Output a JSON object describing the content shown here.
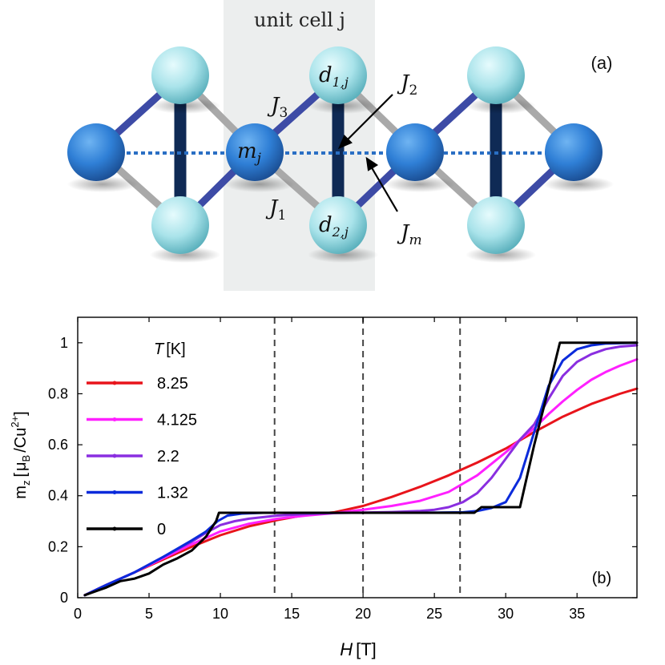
{
  "panel_a": {
    "cell_label": "unit cell j",
    "panel_label": "(a)",
    "labels": {
      "J2": "J",
      "J2_sub": "2",
      "J3": "J",
      "J3_sub": "3",
      "J1": "J",
      "J1_sub": "1",
      "Jm": "J",
      "Jm_sub": "m",
      "mj": "m",
      "mj_sub": "j",
      "d1": "d",
      "d1_sub": "1,j",
      "d2": "d",
      "d2_sub": "2,j"
    },
    "colors": {
      "monomer": "#2f7fd6",
      "dimer": "#a9e3ea",
      "J2_bond": "#0f2a55",
      "J1_bond": "#3d4ba6",
      "J3_bond": "#a9a9a9",
      "Jm_bond": "#2a6fc4",
      "cell_shade": "#eceeee"
    }
  },
  "chart_data": {
    "type": "line",
    "panel_label": "(b)",
    "xlabel": "H",
    "xlabel_unit": "[T]",
    "ylabel": "m",
    "ylabel_sub": "z",
    "ylabel_unit_pre": "[",
    "ylabel_mu": "μ",
    "ylabel_mu_sub": "B",
    "ylabel_unit_post": "/Cu",
    "ylabel_sup": "2+",
    "ylabel_close": "]",
    "xlim": [
      0,
      39.2
    ],
    "ylim": [
      0,
      1.1
    ],
    "xticks": [
      0,
      5,
      10,
      15,
      20,
      25,
      30,
      35
    ],
    "yticks": [
      0,
      0.2,
      0.4,
      0.6,
      0.8,
      1
    ],
    "ytick_labels": [
      "0",
      "0.2",
      "0.4",
      "0.6",
      "0.8",
      "1"
    ],
    "vlines": [
      13.8,
      20,
      26.8
    ],
    "legend_title": "T",
    "legend_title_unit": "[K]",
    "legend_placement": "top-left",
    "grid": false,
    "series": [
      {
        "name": "8.25",
        "color": "#e8141b",
        "points": [
          [
            0.5,
            0.01
          ],
          [
            2,
            0.05
          ],
          [
            4,
            0.1
          ],
          [
            6,
            0.15
          ],
          [
            8,
            0.2
          ],
          [
            10,
            0.245
          ],
          [
            12,
            0.28
          ],
          [
            14,
            0.305
          ],
          [
            16,
            0.325
          ],
          [
            18,
            0.335
          ],
          [
            20,
            0.36
          ],
          [
            22,
            0.395
          ],
          [
            24,
            0.435
          ],
          [
            26,
            0.48
          ],
          [
            28,
            0.53
          ],
          [
            30,
            0.585
          ],
          [
            32,
            0.65
          ],
          [
            34,
            0.71
          ],
          [
            36,
            0.76
          ],
          [
            38,
            0.8
          ],
          [
            39.2,
            0.82
          ]
        ]
      },
      {
        "name": "4.125",
        "color": "#ff20ff",
        "points": [
          [
            0.5,
            0.01
          ],
          [
            2,
            0.05
          ],
          [
            4,
            0.1
          ],
          [
            6,
            0.155
          ],
          [
            8,
            0.21
          ],
          [
            10,
            0.26
          ],
          [
            12,
            0.29
          ],
          [
            14,
            0.31
          ],
          [
            16,
            0.322
          ],
          [
            18,
            0.332
          ],
          [
            20,
            0.345
          ],
          [
            22,
            0.36
          ],
          [
            24,
            0.38
          ],
          [
            26,
            0.415
          ],
          [
            28,
            0.48
          ],
          [
            30,
            0.57
          ],
          [
            31,
            0.62
          ],
          [
            32,
            0.665
          ],
          [
            33,
            0.72
          ],
          [
            34,
            0.77
          ],
          [
            35,
            0.815
          ],
          [
            36,
            0.855
          ],
          [
            37,
            0.885
          ],
          [
            38,
            0.91
          ],
          [
            39.2,
            0.935
          ]
        ]
      },
      {
        "name": "2.2",
        "color": "#8a2ee0",
        "points": [
          [
            0.5,
            0.01
          ],
          [
            2,
            0.05
          ],
          [
            4,
            0.1
          ],
          [
            6,
            0.16
          ],
          [
            8,
            0.22
          ],
          [
            9,
            0.255
          ],
          [
            10,
            0.285
          ],
          [
            11,
            0.3
          ],
          [
            12,
            0.31
          ],
          [
            14,
            0.322
          ],
          [
            16,
            0.328
          ],
          [
            18,
            0.332
          ],
          [
            20,
            0.334
          ],
          [
            22,
            0.336
          ],
          [
            24,
            0.34
          ],
          [
            25,
            0.345
          ],
          [
            26,
            0.355
          ],
          [
            27,
            0.375
          ],
          [
            28,
            0.41
          ],
          [
            29,
            0.47
          ],
          [
            30,
            0.545
          ],
          [
            31,
            0.62
          ],
          [
            32,
            0.68
          ],
          [
            33,
            0.78
          ],
          [
            34,
            0.87
          ],
          [
            35,
            0.925
          ],
          [
            36,
            0.955
          ],
          [
            37,
            0.975
          ],
          [
            38,
            0.985
          ],
          [
            39.2,
            0.99
          ]
        ]
      },
      {
        "name": "1.32",
        "color": "#0b2bdb",
        "points": [
          [
            0.5,
            0.01
          ],
          [
            2,
            0.05
          ],
          [
            4,
            0.1
          ],
          [
            6,
            0.16
          ],
          [
            8,
            0.225
          ],
          [
            9,
            0.26
          ],
          [
            9.8,
            0.3
          ],
          [
            10.5,
            0.322
          ],
          [
            11.5,
            0.33
          ],
          [
            13,
            0.333
          ],
          [
            16,
            0.333
          ],
          [
            20,
            0.333
          ],
          [
            24,
            0.333
          ],
          [
            27,
            0.335
          ],
          [
            28,
            0.34
          ],
          [
            29,
            0.352
          ],
          [
            30,
            0.375
          ],
          [
            31,
            0.47
          ],
          [
            32,
            0.65
          ],
          [
            33,
            0.83
          ],
          [
            34,
            0.93
          ],
          [
            35,
            0.975
          ],
          [
            36,
            0.99
          ],
          [
            37,
            0.997
          ],
          [
            39.2,
            1.0
          ]
        ]
      },
      {
        "name": "0",
        "color": "#000000",
        "points": [
          [
            0.5,
            0.01
          ],
          [
            1,
            0.02
          ],
          [
            2,
            0.04
          ],
          [
            3,
            0.065
          ],
          [
            4,
            0.075
          ],
          [
            5,
            0.095
          ],
          [
            6,
            0.13
          ],
          [
            7,
            0.155
          ],
          [
            8,
            0.185
          ],
          [
            9,
            0.24
          ],
          [
            9.7,
            0.3
          ],
          [
            9.9,
            0.333
          ],
          [
            13,
            0.333
          ],
          [
            20,
            0.333
          ],
          [
            27.8,
            0.333
          ],
          [
            28.3,
            0.355
          ],
          [
            31,
            0.355
          ],
          [
            32,
            0.6
          ],
          [
            33,
            0.82
          ],
          [
            33.8,
            1.0
          ],
          [
            39.2,
            1.0
          ]
        ]
      }
    ]
  }
}
